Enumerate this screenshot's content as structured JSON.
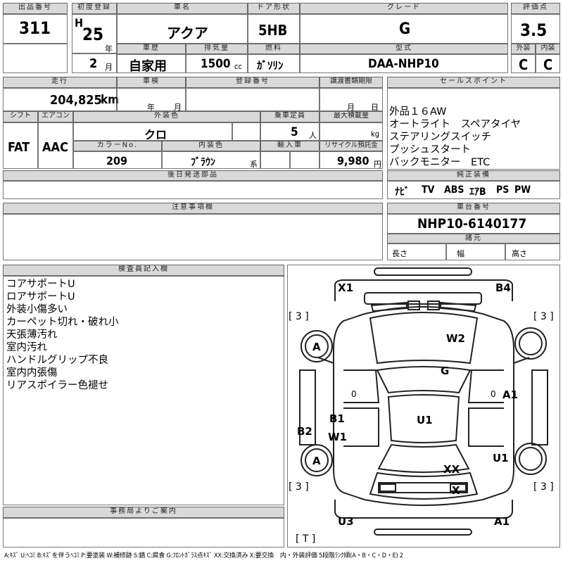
{
  "header": {
    "lot_no_label": "出品番号",
    "lot_no": "311",
    "first_reg_label": "初度登録",
    "era": "H",
    "year": "25",
    "year_unit": "年",
    "month": "2",
    "month_unit": "月",
    "car_name_label": "車名",
    "car_name": "アクア",
    "door_label": "ドア形状",
    "door": "5HB",
    "grade_label": "グレード",
    "grade": "G",
    "score_label": "評価点",
    "score": "3.5",
    "history_label": "車歴",
    "history": "自家用",
    "displacement_label": "排気量",
    "displacement": "1500",
    "displacement_unit": "cc",
    "fuel_label": "燃料",
    "fuel": "ｶﾞｿﾘﾝ",
    "model_label": "型式",
    "model": "DAA-NHP10",
    "ext_label": "外装",
    "ext_grade": "C",
    "int_label": "内装",
    "int_grade": "C"
  },
  "details": {
    "mileage_label": "走行",
    "mileage": "204,825",
    "mileage_unit": "km",
    "inspection_label": "車検",
    "insp_year_unit": "年",
    "insp_month_unit": "月",
    "reg_no_label": "登録番号",
    "transfer_label": "譲渡書類期限",
    "transfer_month_unit": "月",
    "transfer_day_unit": "日",
    "shift_label": "シフト",
    "shift": "FAT",
    "ac_label": "エアコン",
    "ac": "AAC",
    "ext_color_label": "外装色",
    "ext_color": "クロ",
    "capacity_label": "乗車定員",
    "capacity": "5",
    "capacity_unit": "人",
    "load_label": "最大積載量",
    "load_unit": "kg",
    "color_no_label": "カラーNo.",
    "color_no": "209",
    "int_color_label": "内装色",
    "int_color": "ﾌﾞﾗｳﾝ",
    "int_color_unit": "系",
    "import_label": "輸入車",
    "recycle_label": "リサイクル預託金",
    "recycle": "9,980",
    "recycle_unit": "円",
    "later_parts_label": "後日発送部品"
  },
  "sales": {
    "label": "セールスポイント",
    "points": [
      "外品１６AW",
      "オートライト　スペアタイヤ",
      "ステアリングスイッチ",
      "プッシュスタート",
      "バックモニター　ETC"
    ]
  },
  "equipment": {
    "label": "純正装備",
    "items": [
      "ﾅﾋﾞ",
      "TV",
      "ABS",
      "ｴｱB",
      "PS",
      "PW"
    ]
  },
  "chassis": {
    "label": "車台番号",
    "number": "NHP10-6140177"
  },
  "specs": {
    "label": "諸元",
    "length": "長さ",
    "width": "幅",
    "height": "高さ"
  },
  "notes": {
    "label": "注意事項欄"
  },
  "inspector": {
    "label": "検査員記入欄",
    "lines": [
      "コアサポートU",
      "ロアサポートU",
      "外装小傷多い",
      "カーペット切れ・破れ小",
      "天張薄汚れ",
      "室内汚れ",
      "ハンドルグリップ不良",
      "室内内張傷",
      "リアスポイラー色褪せ"
    ]
  },
  "office": {
    "label": "事務局よりご案内"
  },
  "diagram": {
    "marks": {
      "x1": "X1",
      "b4": "B4",
      "w2": "W2",
      "g": "G",
      "a1_right": "A1",
      "b1": "B1",
      "w1": "W1",
      "u1_center": "U1",
      "b2": "B2",
      "u1_right": "U1",
      "xx": "XX",
      "x": "X",
      "u3": "U3",
      "a1_bottom": "A1",
      "a_front": "A",
      "a_rear": "A",
      "zero_left": "0",
      "zero_right": "0"
    },
    "tires": {
      "tl": "[ 3 ]",
      "tr": "[ 3 ]",
      "bl": "[ 3 ]",
      "br": "[ 3 ]",
      "t": "[ T ]"
    }
  },
  "legend": "A:ｷｽﾞ U:ﾍｺﾐ B:ｷｽﾞを伴うﾍｺﾐ P:要塗装 W:補修跡 S:錆 C:腐食 G:ﾌﾛﾝﾄｶﾞﾗｽ点ｷｽﾞ XX:交換済み X:要交換　内・外装評価 5段階ﾗﾝｸ順(A・B・C・D・E) 2"
}
